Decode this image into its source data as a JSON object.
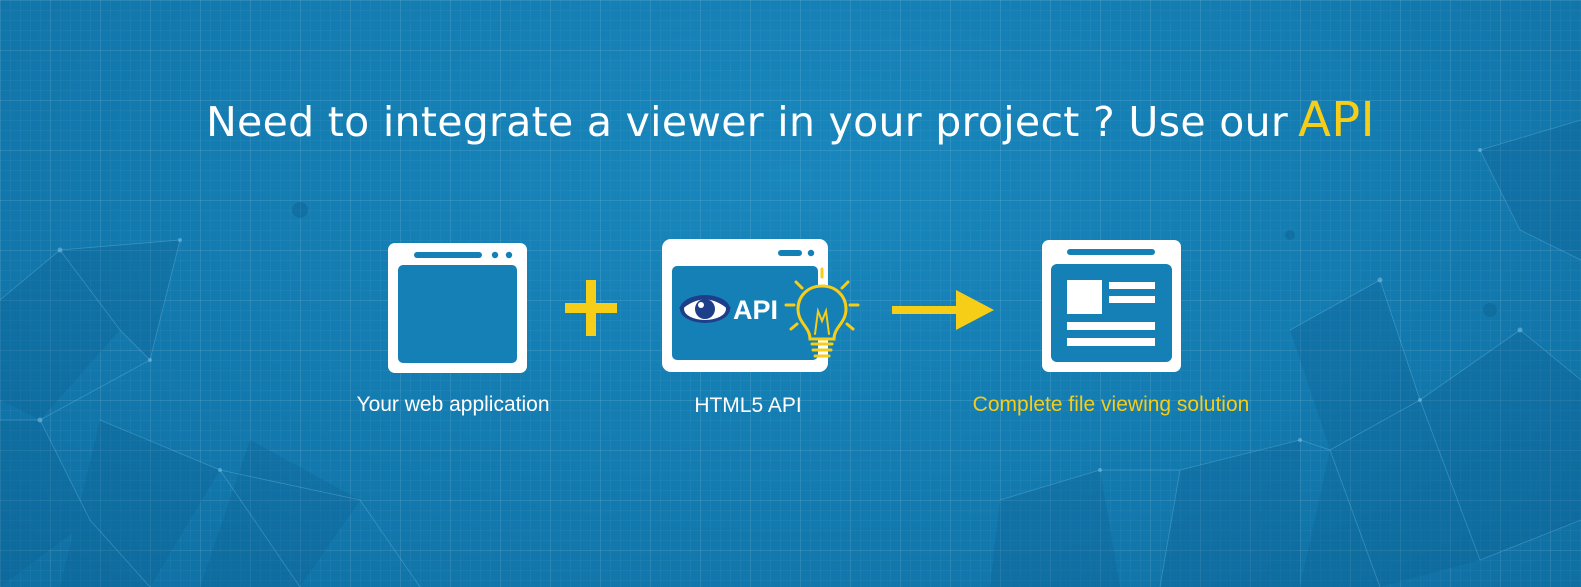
{
  "headline": {
    "text": "Need to integrate a viewer in your project ? Use our",
    "accent": "API"
  },
  "steps": [
    {
      "caption": "Your web application",
      "icon": "browser-window-icon"
    },
    {
      "caption": "HTML5 API",
      "icon": "api-window-icon",
      "badge": "API"
    },
    {
      "caption": "Complete file viewing solution",
      "icon": "document-viewer-icon"
    }
  ],
  "operators": {
    "plus": "plus-icon",
    "arrow": "arrow-right-icon"
  },
  "colors": {
    "background": "#1580b5",
    "accent": "#f6cd17",
    "text": "#ffffff"
  }
}
